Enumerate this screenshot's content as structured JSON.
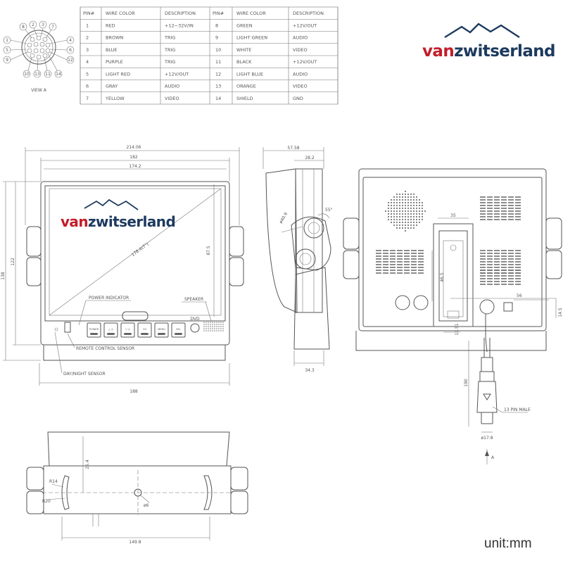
{
  "brand": {
    "logo_prefix": "van",
    "logo_suffix": "zwitserland",
    "accent": "#c21d2a",
    "ink": "#1d3a5f"
  },
  "connector": {
    "caption": "VIEW   A",
    "pins_top": [
      "8",
      "2",
      "3",
      "7"
    ],
    "pins_left": [
      "1",
      "5",
      "9"
    ],
    "pins_right": [
      "4",
      "6",
      "12"
    ],
    "pins_bottom": [
      "10",
      "13",
      "11",
      "14"
    ]
  },
  "pin_table": {
    "headers": [
      "PIN#",
      "WIRE COLOR",
      "DESCRIPTION"
    ],
    "left_rows": [
      [
        "1",
        "RED",
        "+12~32V/IN"
      ],
      [
        "2",
        "BROWN",
        "TRIG"
      ],
      [
        "3",
        "BLUE",
        "TRIG"
      ],
      [
        "4",
        "PURPLE",
        "TRIG"
      ],
      [
        "5",
        "LIGHT RED",
        "+12V/OUT"
      ],
      [
        "6",
        "GRAY",
        "AUDIO"
      ],
      [
        "7",
        "YELLOW",
        "VIDEO"
      ]
    ],
    "right_rows": [
      [
        "8",
        "GREEN",
        "+12V/OUT"
      ],
      [
        "9",
        "LIGHT GREEN",
        "AUDIO"
      ],
      [
        "10",
        "WHITE",
        "VIDEO"
      ],
      [
        "11",
        "BLACK",
        "+12V/OUT"
      ],
      [
        "12",
        "LIGHT BLUE",
        "AUDIO"
      ],
      [
        "13",
        "ORANGE",
        "VIDEO"
      ],
      [
        "14",
        "SHIELD",
        "GND"
      ]
    ]
  },
  "front_view": {
    "dims": {
      "overall_width": "214.06",
      "frame_width": "182",
      "screen_width": "174.2",
      "diagonal": "178.4(7\")",
      "screen_height": "87.5",
      "frame_height": "122",
      "overall_height": "138",
      "base_width": "188"
    },
    "labels": {
      "power_indicator": "POWER INDICATOR",
      "speaker": "SPEAKER",
      "remote_sensor": "REMOTE CONTROL SENSOR",
      "day_night_sensor": "DAY/NIGHT SENSOR",
      "dvd": "DVD"
    },
    "buttons": [
      "POWER",
      "△ ◎",
      "▽ ◎",
      "CH",
      "MENU",
      "SEL"
    ]
  },
  "side_view": {
    "dims": {
      "depth": "57.58",
      "bracket_depth": "28.2",
      "bracket_diameter": "ø40.9",
      "angle": "55°",
      "foot": "34.3"
    }
  },
  "rear_view": {
    "dims": {
      "slot_width": "35",
      "slot_height": "46.5",
      "connector_offset": "56",
      "connector_height": "14.5",
      "bottom_offset": "13.51",
      "cable_length": "190",
      "plug_diameter": "ø17.8"
    },
    "labels": {
      "plug": "13 PIN MALE",
      "view_arrow": "A"
    }
  },
  "bottom_view": {
    "dims": {
      "radius_large": "R14",
      "radius_slot": "R20",
      "height": "25.4",
      "hole": "ø6",
      "length": "149.8"
    }
  },
  "unit_label": "unit:mm"
}
